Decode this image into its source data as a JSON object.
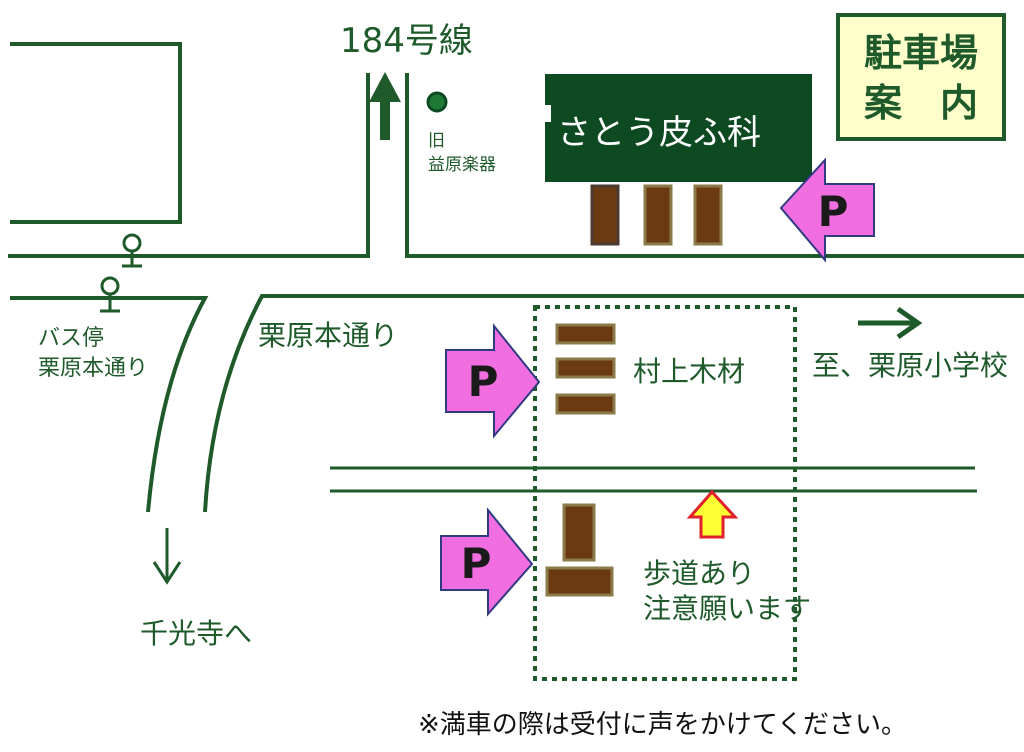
{
  "title": {
    "line1": "駐車場",
    "line2": "案　内"
  },
  "route": {
    "label": "184号線"
  },
  "landmark": {
    "line1": "旧",
    "line2": "益原楽器"
  },
  "clinic": {
    "name": "さとう皮ふ科"
  },
  "bus_stop": {
    "line1": "バス停",
    "line2": "栗原本通り"
  },
  "street": {
    "label": "栗原本通り"
  },
  "lumber": {
    "label": "村上木材"
  },
  "school": {
    "label": "至、栗原小学校"
  },
  "temple": {
    "label": "千光寺へ"
  },
  "caution": {
    "line1": "歩道あり",
    "line2": "注意願います"
  },
  "parking_marks": [
    {
      "letter": "P"
    },
    {
      "letter": "P"
    },
    {
      "letter": "P"
    }
  ],
  "footer": {
    "note": "※満車の際は受付に声をかけてください。"
  },
  "colors": {
    "road": "#1e5a2a",
    "clinic_bg": "#0d4a22",
    "title_bg": "#ffffcc",
    "parking_arrow": "#f06ee0",
    "parking_slot": "#6b3a10",
    "slot_border": "#8b7a4a",
    "caution_arrow": "#ffff33",
    "caution_border": "#e0202a"
  },
  "icons": {
    "bus_stop_marker": "bus-stop-icon",
    "landmark_marker": "landmark-dot-icon",
    "north_arrow": "up-arrow-icon",
    "east_arrow": "right-arrow-icon",
    "south_arrow": "down-arrow-icon"
  }
}
